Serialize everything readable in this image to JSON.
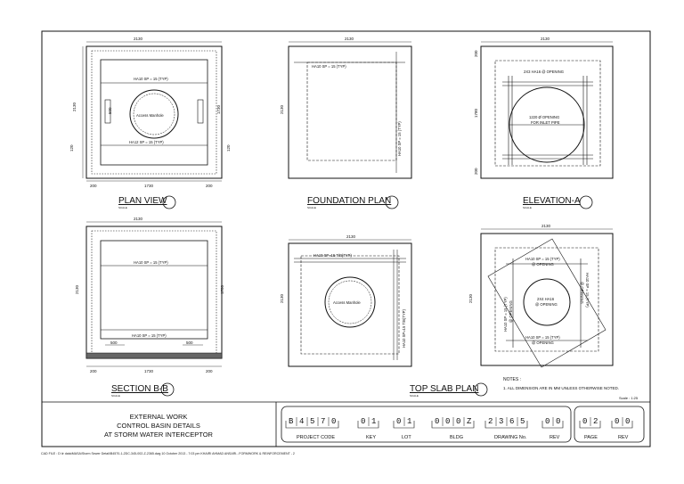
{
  "views": {
    "plan": {
      "title": "PLAN VIEW",
      "scale": "SCALE",
      "dims": {
        "top": "2130",
        "left": "2130",
        "bottom": "1730",
        "bl": "200",
        "br": "200",
        "c1": "500",
        "c2": "1730",
        "c3": "120",
        "c4": "120"
      },
      "labels": {
        "top_rebar": "HA10 SP = 15 (TYP)",
        "bot_rebar": "HA12 SP = 15 (TYP)",
        "manhole": "Access Manhole"
      }
    },
    "foundation": {
      "title": "FOUNDATION PLAN",
      "scale": "SCALE",
      "dims": {
        "top": "2130",
        "left": "2130"
      },
      "labels": {
        "top_rebar": "HA10 SP = 15 (TYP)",
        "side_rebar": "HA10 SP = 15 (TYP)"
      }
    },
    "elevation": {
      "title": "ELEVATION-A",
      "scale": "SCALE",
      "dims": {
        "top": "2130",
        "l1": "200",
        "l2": "1780",
        "l3": "200"
      },
      "labels": {
        "opening_bars": "2X3 HA16 @ OPENING",
        "opening_1": "1220 Ø OPENING",
        "opening_2": "FOR INLET PIPE"
      }
    },
    "section": {
      "title": "SECTION B-B",
      "scale": "SCALE",
      "dims": {
        "top": "2130",
        "left": "2130",
        "right": "1780",
        "bottom": "1730",
        "bl": "200",
        "br": "200",
        "c1": "500",
        "c2": "500"
      },
      "labels": {
        "top_rebar": "HA10 SP = 15 (TYP)",
        "bot_rebar": "HA10 SP = 15 (TYP)"
      }
    },
    "topslab": {
      "title": "TOP SLAB PLAN",
      "scale": "SCALE",
      "dims": {
        "top": "2130",
        "left": "2130"
      },
      "labels": {
        "rebar_top": "HA10 SP=15 T/B(TYP)",
        "rebar_side": "HA10 SP=15 T/B(TYP)",
        "manhole": "Access Manhole"
      }
    },
    "detail": {
      "dims": {
        "top": "2130",
        "left": "2130"
      },
      "labels": {
        "top1": "HA10 SP = 15 (TYP)",
        "top2": "@ OPENING",
        "bot1": "HA10 SP = 15 (TYP)",
        "bot2": "@ OPENING",
        "center1": "2X4 HA16",
        "center2": "@ OPENING",
        "left1": "HA10 SP = 15 (TYP)",
        "left2": "@ OPENING",
        "right1": "HA10 SP = 15 (TYP)",
        "right2": "@ OPENING"
      }
    }
  },
  "notes": {
    "heading": "NOTES :",
    "item1": "1.     ALL DIMENSION ARE IN MM UNLESS OTHERWISE NOTED.",
    "scale": "Scale : 1:25"
  },
  "title_block": {
    "line1": "EXTERNAL WORK",
    "line2": "CONTROL BASIN DETAILS",
    "line3": "AT STORM WATER INTERCEPTOR",
    "project_code": [
      "B",
      "4",
      "5",
      "7",
      "0"
    ],
    "key": [
      "0",
      "1"
    ],
    "lot": [
      "0",
      "1"
    ],
    "bldg": [
      "0",
      "0",
      "0",
      "Z"
    ],
    "drawing_no": [
      "2",
      "3",
      "6",
      "5"
    ],
    "rev1": [
      "0",
      "0"
    ],
    "page": [
      "0",
      "2"
    ],
    "rev2": [
      "0",
      "0"
    ],
    "labels": {
      "project_code": "PROJECT CODE",
      "key": "KEY",
      "lot": "LOT",
      "bldg": "BLDG",
      "drawing_no": "DRAWING No.",
      "rev": "REV",
      "page": "PAGE",
      "rev2": "REV"
    }
  },
  "footer": "CAD FILE : D:\\ir data\\MASA\\Storm Sewer Detail\\B4570-1-2DC-345-002-Z-2365.dwg    10 October 2013 - 7:03 pm    KHAIRI AHMAD ANSARI...FORMWORK & REINFORCEMENT - 2"
}
